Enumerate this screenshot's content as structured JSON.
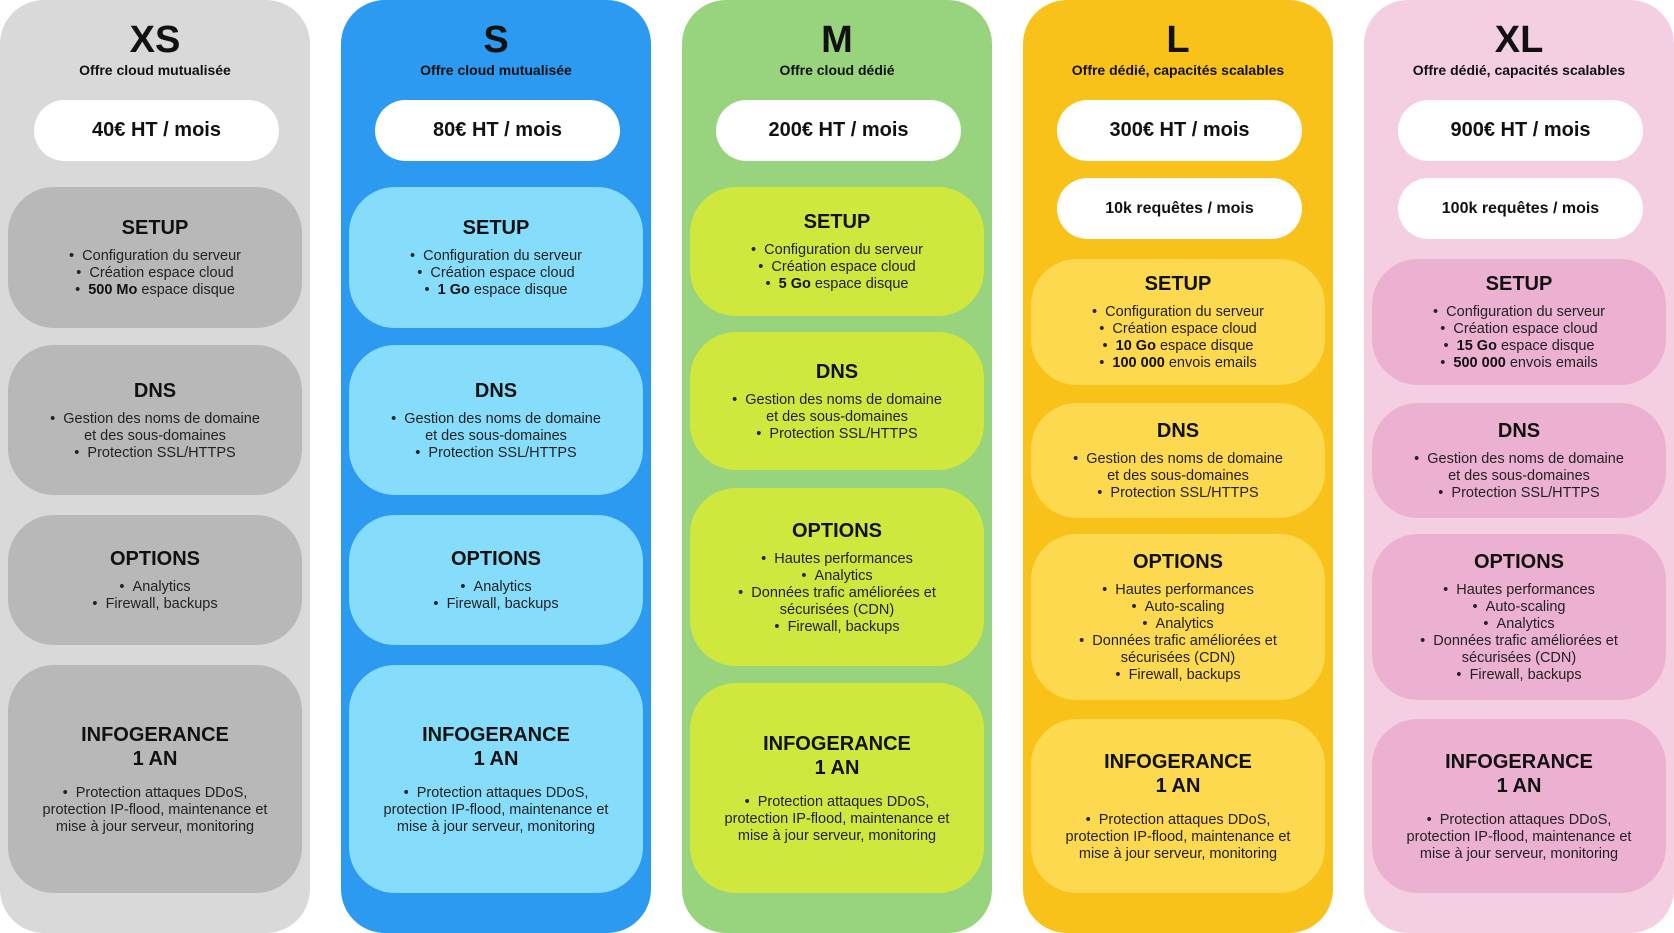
{
  "plans": [
    {
      "size": "XS",
      "subtitle": "Offre cloud mutualisée",
      "price": "40€ HT / mois",
      "colors": {
        "column": "#d9d9d9",
        "section": "#b8b8b8"
      },
      "sections": {
        "setup": {
          "title": "SETUP",
          "items": [
            {
              "bold": "",
              "text": "Configuration du serveur"
            },
            {
              "bold": "",
              "text": "Création espace cloud"
            },
            {
              "bold": "500 Mo",
              "text": " espace disque"
            }
          ]
        },
        "dns": {
          "title": "DNS",
          "items": [
            {
              "bold": "",
              "text": "Gestion des noms de domaine et des sous-domaines"
            },
            {
              "bold": "",
              "text": "Protection SSL/HTTPS"
            }
          ]
        },
        "options": {
          "title": "OPTIONS",
          "items": [
            {
              "bold": "",
              "text": "Analytics"
            },
            {
              "bold": "",
              "text": "Firewall, backups"
            }
          ]
        },
        "infogerance": {
          "title_line1": "INFOGERANCE",
          "title_line2": "1 AN",
          "items": [
            {
              "bold": "",
              "text": "Protection attaques DDoS, protection IP-flood, maintenance et mise à jour serveur, monitoring"
            }
          ]
        }
      }
    },
    {
      "size": "S",
      "subtitle": "Offre cloud mutualisée",
      "price": "80€ HT / mois",
      "colors": {
        "column": "#2b9af0",
        "section": "#86ddfb"
      },
      "sections": {
        "setup": {
          "title": "SETUP",
          "items": [
            {
              "bold": "",
              "text": "Configuration du serveur"
            },
            {
              "bold": "",
              "text": "Création espace cloud"
            },
            {
              "bold": "1 Go",
              "text": " espace disque"
            }
          ]
        },
        "dns": {
          "title": "DNS",
          "items": [
            {
              "bold": "",
              "text": "Gestion des noms de domaine et des sous-domaines"
            },
            {
              "bold": "",
              "text": "Protection SSL/HTTPS"
            }
          ]
        },
        "options": {
          "title": "OPTIONS",
          "items": [
            {
              "bold": "",
              "text": "Analytics"
            },
            {
              "bold": "",
              "text": "Firewall, backups"
            }
          ]
        },
        "infogerance": {
          "title_line1": "INFOGERANCE",
          "title_line2": "1 AN",
          "items": [
            {
              "bold": "",
              "text": "Protection attaques DDoS, protection IP-flood, maintenance et mise à jour serveur, monitoring"
            }
          ]
        }
      }
    },
    {
      "size": "M",
      "subtitle": "Offre cloud dédié",
      "price": "200€ HT / mois",
      "colors": {
        "column": "#97d47d",
        "section": "#d0e83e"
      },
      "sections": {
        "setup": {
          "title": "SETUP",
          "items": [
            {
              "bold": "",
              "text": "Configuration du serveur"
            },
            {
              "bold": "",
              "text": "Création espace cloud"
            },
            {
              "bold": "5 Go",
              "text": " espace disque"
            }
          ]
        },
        "dns": {
          "title": "DNS",
          "items": [
            {
              "bold": "",
              "text": "Gestion des noms de domaine et des sous-domaines"
            },
            {
              "bold": "",
              "text": "Protection SSL/HTTPS"
            }
          ]
        },
        "options": {
          "title": "OPTIONS",
          "items": [
            {
              "bold": "",
              "text": "Hautes performances"
            },
            {
              "bold": "",
              "text": "Analytics"
            },
            {
              "bold": "",
              "text": "Données trafic améliorées et sécurisées (CDN)"
            },
            {
              "bold": "",
              "text": "Firewall, backups"
            }
          ]
        },
        "infogerance": {
          "title_line1": "INFOGERANCE",
          "title_line2": "1 AN",
          "items": [
            {
              "bold": "",
              "text": "Protection attaques DDoS, protection IP-flood, maintenance et mise à jour serveur, monitoring"
            }
          ]
        }
      }
    },
    {
      "size": "L",
      "subtitle": "Offre dédié, capacités scalables",
      "price": "300€ HT / mois",
      "requests": "10k requêtes / mois",
      "colors": {
        "column": "#f8c21a",
        "section": "#fdd94f"
      },
      "sections": {
        "setup": {
          "title": "SETUP",
          "items": [
            {
              "bold": "",
              "text": "Configuration du serveur"
            },
            {
              "bold": "",
              "text": "Création espace cloud"
            },
            {
              "bold": "10 Go",
              "text": " espace disque"
            },
            {
              "bold": "100 000",
              "text": " envois emails"
            }
          ]
        },
        "dns": {
          "title": "DNS",
          "items": [
            {
              "bold": "",
              "text": "Gestion des noms de domaine et des sous-domaines"
            },
            {
              "bold": "",
              "text": "Protection SSL/HTTPS"
            }
          ]
        },
        "options": {
          "title": "OPTIONS",
          "items": [
            {
              "bold": "",
              "text": "Hautes performances"
            },
            {
              "bold": "",
              "text": "Auto-scaling"
            },
            {
              "bold": "",
              "text": "Analytics"
            },
            {
              "bold": "",
              "text": "Données trafic améliorées et sécurisées (CDN)"
            },
            {
              "bold": "",
              "text": "Firewall, backups"
            }
          ]
        },
        "infogerance": {
          "title_line1": "INFOGERANCE",
          "title_line2": "1 AN",
          "items": [
            {
              "bold": "",
              "text": "Protection attaques DDoS, protection IP-flood, maintenance et mise à jour serveur, monitoring"
            }
          ]
        }
      }
    },
    {
      "size": "XL",
      "subtitle": "Offre dédié, capacités scalables",
      "price": "900€ HT / mois",
      "requests": "100k requêtes / mois",
      "colors": {
        "column": "#f3cfe1",
        "section": "#ecb1d1"
      },
      "sections": {
        "setup": {
          "title": "SETUP",
          "items": [
            {
              "bold": "",
              "text": "Configuration du serveur"
            },
            {
              "bold": "",
              "text": "Création espace cloud"
            },
            {
              "bold": "15 Go",
              "text": " espace disque"
            },
            {
              "bold": "500 000",
              "text": " envois emails"
            }
          ]
        },
        "dns": {
          "title": "DNS",
          "items": [
            {
              "bold": "",
              "text": "Gestion des noms de domaine et des sous-domaines"
            },
            {
              "bold": "",
              "text": "Protection SSL/HTTPS"
            }
          ]
        },
        "options": {
          "title": "OPTIONS",
          "items": [
            {
              "bold": "",
              "text": "Hautes performances"
            },
            {
              "bold": "",
              "text": "Auto-scaling"
            },
            {
              "bold": "",
              "text": "Analytics"
            },
            {
              "bold": "",
              "text": "Données trafic améliorées et sécurisées (CDN)"
            },
            {
              "bold": "",
              "text": "Firewall, backups"
            }
          ]
        },
        "infogerance": {
          "title_line1": "INFOGERANCE",
          "title_line2": "1 AN",
          "items": [
            {
              "bold": "",
              "text": "Protection attaques DDoS, protection IP-flood, maintenance et mise à jour serveur, monitoring"
            }
          ]
        }
      }
    }
  ]
}
